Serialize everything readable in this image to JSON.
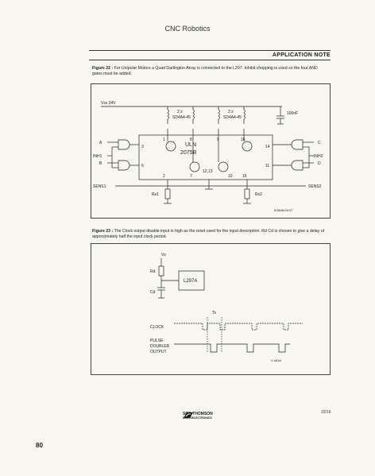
{
  "header": {
    "title": "CNC Robotics",
    "section": "APPLICATION NOTE"
  },
  "figure22": {
    "caption_label": "Figure 22 :",
    "caption_text": "For Unipolar Motors a Quad Darlington Array is connected to the L297. Inhibit chopping is used so the four AND gates must be added.",
    "labels": {
      "supply": "Vss 24V",
      "capacitor": "100nF",
      "diode_left_count": "2 x",
      "diode_left_part": "SD4A4-45",
      "diode_right_count": "2 x",
      "diode_right_part": "SD4A4-45",
      "chip_name": "ULN",
      "chip_part": "2075B",
      "pin_ground": "12,13",
      "pin1": "1",
      "pin8": "8",
      "pin9": "9",
      "pin16": "16",
      "pin3": "3",
      "pin6": "6",
      "pin2": "2",
      "pin7": "7",
      "pin10": "10",
      "pin15": "15",
      "pin14": "14",
      "pin11": "11",
      "in_a": "A",
      "inh1": "INH1",
      "in_b": "B",
      "in_c": "C",
      "inh2": "INH2",
      "in_d": "D",
      "sense1": "SENS1",
      "sense2": "SENS2",
      "rs1": "Rs1",
      "rs2": "Rs2",
      "fig_code": "5/3846/29-97"
    }
  },
  "figure23": {
    "caption_label": "Figure 23 :",
    "caption_text": "The Clock output disable input is high as the reset used for the input description. Rd Cd is chosen to give a delay of approximately half the input clock period.",
    "labels": {
      "vs": "Vs",
      "rd": "Rd",
      "cd": "Cd",
      "chip": "L297A",
      "t": "Ts",
      "clock": "CLOCK",
      "pulse_line1": "PULSE",
      "pulse_line2": "DOUBLER",
      "pulse_line3": "OUTPUT",
      "fig_code": "V-4616"
    }
  },
  "footer": {
    "company": "SGS-THOMSON",
    "company_sub": "MICROELECTRONICS",
    "page_ref": "15/16",
    "page_number": "80"
  }
}
